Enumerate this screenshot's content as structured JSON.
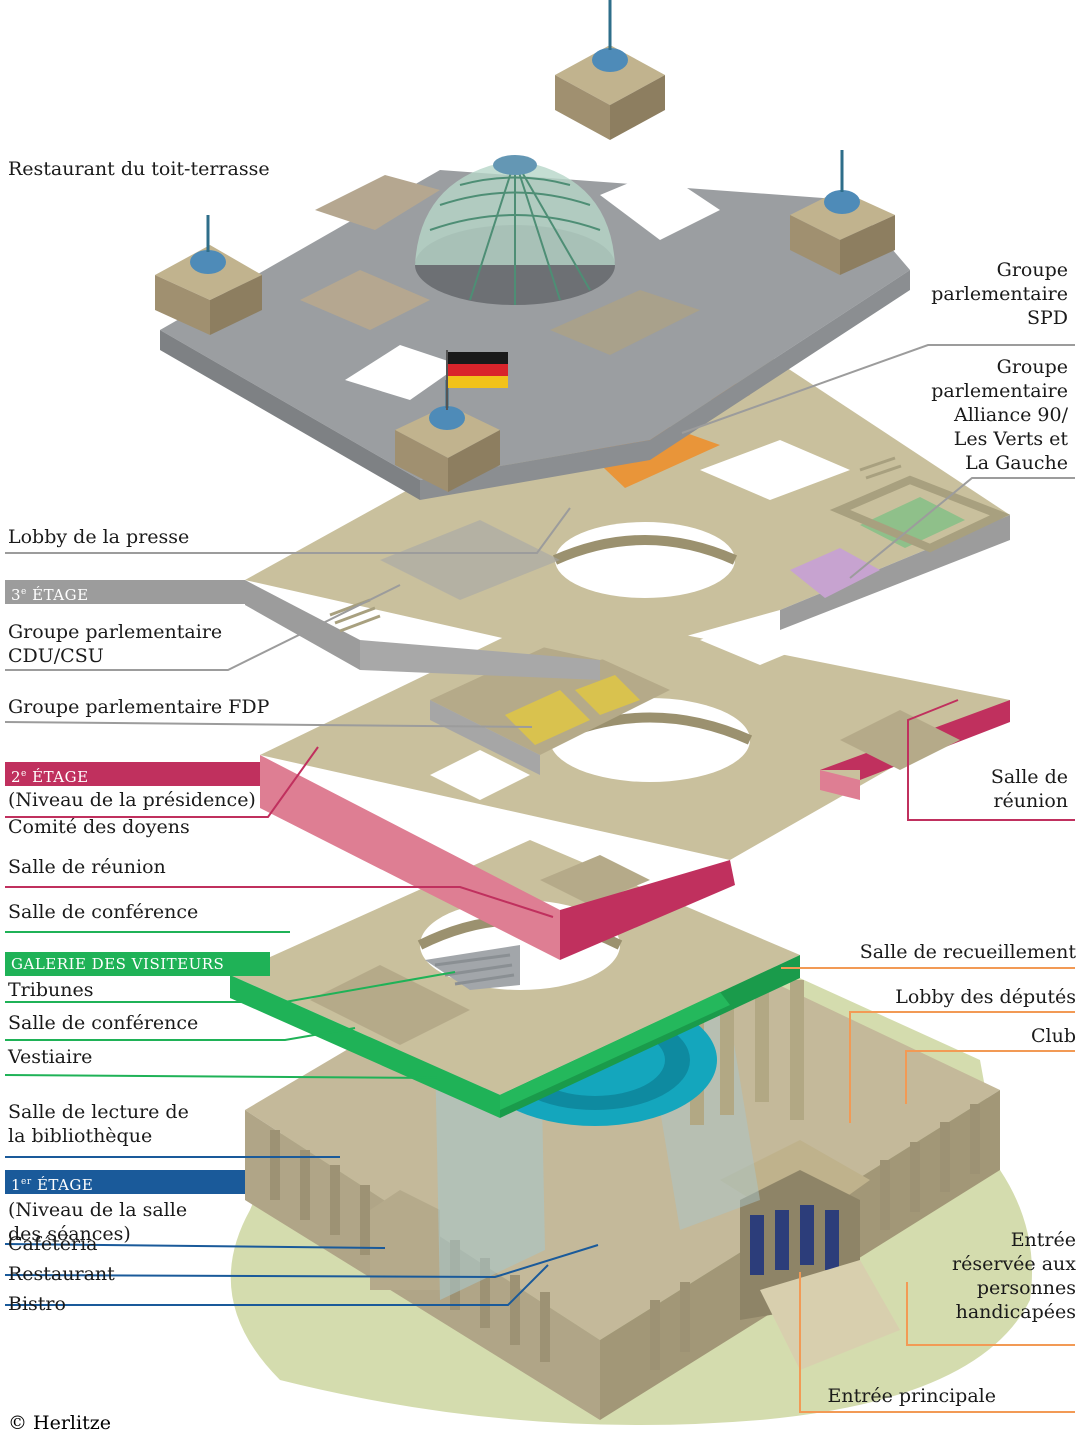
{
  "colors": {
    "floor3": "#9c9c9c",
    "floor2": "#c0305e",
    "galerie": "#1fb257",
    "floor1": "#1a5a9a",
    "right_lines": "#f29a55",
    "spd": "#e99539",
    "greens": "#8fc08a",
    "gauche": "#c7a3d0",
    "fdp": "#d9c24e",
    "plenary": "#14a6bd",
    "stone": "#c9c09d",
    "roof": "#9b9ea1"
  },
  "labels_left": {
    "restaurant_toit": "Restaurant du toit-terrasse",
    "lobby_presse": "Lobby de la presse",
    "cdu_line1": "Groupe parlementaire",
    "cdu_line2": "CDU/CSU",
    "fdp": "Groupe parlementaire FDP",
    "presidence": "(Niveau de la présidence)",
    "doyens": "Comité des doyens",
    "salle_reunion": "Salle de réunion",
    "salle_conf_1": "Salle de conférence",
    "tribunes": "Tribunes",
    "salle_conf_2": "Salle de conférence",
    "vestiaire": "Vestiaire",
    "lecture_line1": "Salle de lecture de",
    "lecture_line2": "la bibliothèque",
    "seances_line1": "(Niveau de la salle",
    "seances_line2": "des séances)",
    "cafeteria": "Cafétéria",
    "restaurant": "Restaurant",
    "bistro": "Bistro"
  },
  "tags": {
    "floor3_num": "3",
    "floor3_sup": "e",
    "floor3_word": "ÉTAGE",
    "floor2_num": "2",
    "floor2_sup": "e",
    "floor2_word": "ÉTAGE",
    "galerie": "GALERIE DES VISITEURS",
    "floor1_num": "1",
    "floor1_sup": "er",
    "floor1_word": "ÉTAGE"
  },
  "labels_right": {
    "spd_line1": "Groupe",
    "spd_line2": "parlementaire",
    "spd_line3": "SPD",
    "verts_line1": "Groupe",
    "verts_line2": "parlementaire",
    "verts_line3": "Alliance 90/",
    "verts_line4": "Les Verts et",
    "verts_line5": "La Gauche",
    "salle_reunion_line1": "Salle de",
    "salle_reunion_line2": "réunion",
    "recueillement": "Salle de recueillement",
    "lobby_deputes": "Lobby des députés",
    "club": "Club",
    "handi_line1": "Entrée",
    "handi_line2": "réservée aux",
    "handi_line3": "personnes",
    "handi_line4": "handicapées",
    "entree_principale": "Entrée principale"
  },
  "copyright": "© Herlitze"
}
